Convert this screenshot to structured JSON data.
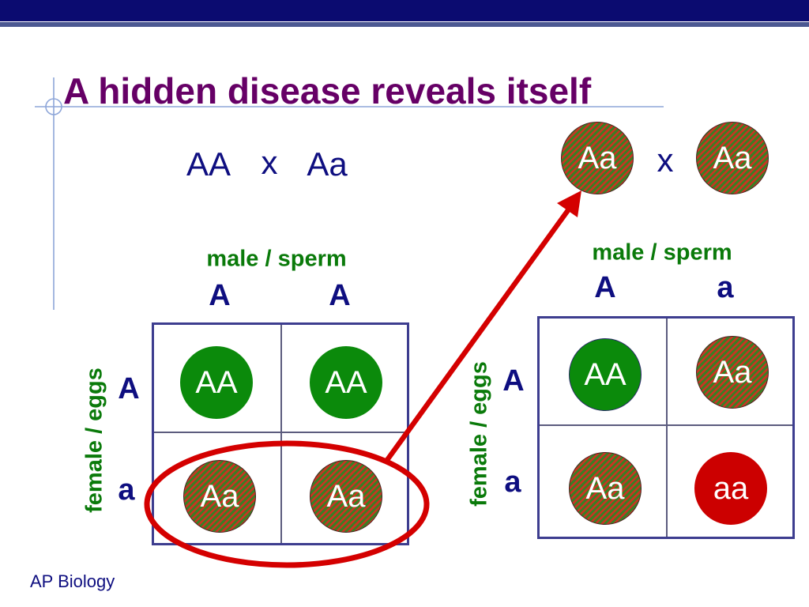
{
  "slide": {
    "title": "A hidden disease reveals itself",
    "footer": "AP Biology"
  },
  "left_cross": {
    "parent_1": "AA",
    "cross_symbol": "x",
    "parent_2": "Aa",
    "male_label": "male / sperm",
    "female_label": "female / eggs",
    "male_alleles": [
      "A",
      "A"
    ],
    "female_alleles": [
      "A",
      "a"
    ],
    "offspring": [
      [
        "AA",
        "AA"
      ],
      [
        "Aa",
        "Aa"
      ]
    ]
  },
  "right_cross": {
    "parent_1": "Aa",
    "cross_symbol": "x",
    "parent_2": "Aa",
    "male_label": "male / sperm",
    "female_label": "female / eggs",
    "male_alleles": [
      "A",
      "a"
    ],
    "female_alleles": [
      "A",
      "a"
    ],
    "offspring": [
      [
        "AA",
        "Aa"
      ],
      [
        "Aa",
        "aa"
      ]
    ]
  },
  "colors": {
    "top_bar": "#0b0b70",
    "top_stripe": "#4b5892",
    "decoration": "#8ea6d9",
    "title": "#660066",
    "navy": "#0e0e80",
    "label_green": "#0a7a0a",
    "grid": "#3d3d8f",
    "grid_inner": "#5c5c7e",
    "dominant": "#0b8a0b",
    "recessive": "#cc0000",
    "hatch_green": "#3a7f24",
    "hatch_red": "#cc3322",
    "annotation_red": "#d40000"
  }
}
